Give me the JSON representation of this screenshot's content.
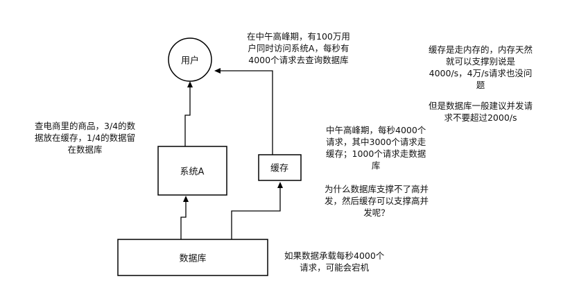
{
  "nodes": {
    "user": "用户",
    "system_a": "系统A",
    "cache": "缓存",
    "database": "数据库"
  },
  "notes": {
    "peak_user": [
      "在中午高峰期，有100万用",
      "户同时访问系统A，每秒有",
      "4000个请求去查询数据库"
    ],
    "cache_memory": [
      "缓存是走内存的，内存天然",
      "就可以支撑别说是",
      "4000/s，4万/s请求也没问",
      "题"
    ],
    "db_limit": [
      "但是数据库一般建议并发请",
      "求不要超过2000/s"
    ],
    "product_query": [
      "查电商里的商品，3/4的数",
      "据放在缓存，1/4的数据留",
      "在数据库"
    ],
    "peak_split": [
      "中午高峰期，每秒4000个",
      "请求，其中3000个请求走",
      "缓存；1000个请求走数据",
      "库"
    ],
    "why_question": [
      "为什么数据库支撑不了高并",
      "发，然后缓存可以支撑高并",
      "发呢？"
    ],
    "db_crash": [
      "如果数据承载每秒4000个",
      "请求，可能会宕机"
    ]
  }
}
